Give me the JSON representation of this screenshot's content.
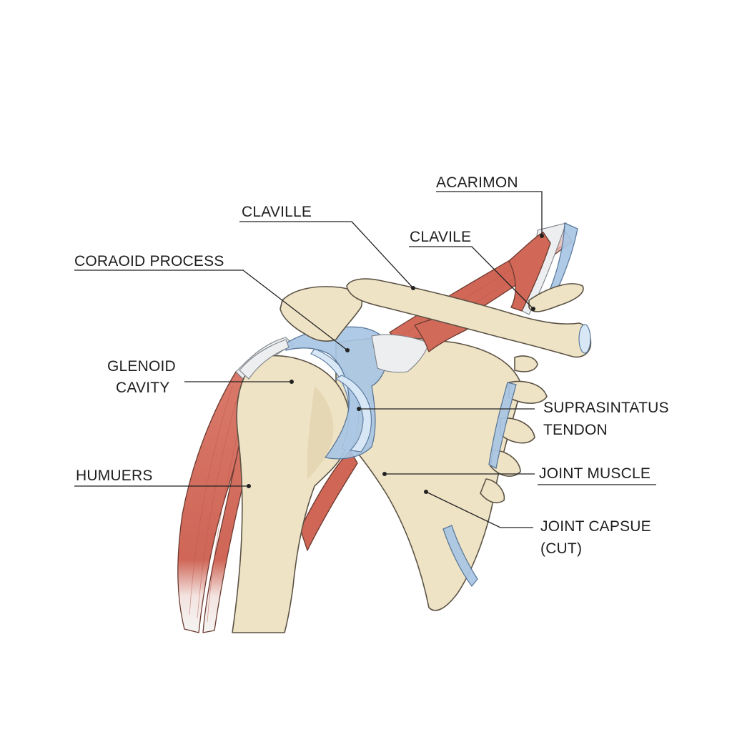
{
  "labels": {
    "acromion": "ACARIMON",
    "clavicle_top": "CLAVILLE",
    "clavicle_right": "CLAVILE",
    "coracoid": "CORAOID PROCESS",
    "glenoid_line1": "GLENOID",
    "glenoid_line2": "CAVITY",
    "humerus": "HUMUERS",
    "supraspinatus_line1": "SUPRASINTATUS",
    "supraspinatus_line2": "TENDON",
    "joint_muscle": "JOINT MUSCLE",
    "capsule_line1": "JOINT CAPSUE",
    "capsule_line2": "(CUT)"
  },
  "colors": {
    "bone": "#efe3c6",
    "muscle": "#d46c5c",
    "tendon": "#eceef0",
    "capsule": "#a9c6e4",
    "line": "#222222"
  }
}
